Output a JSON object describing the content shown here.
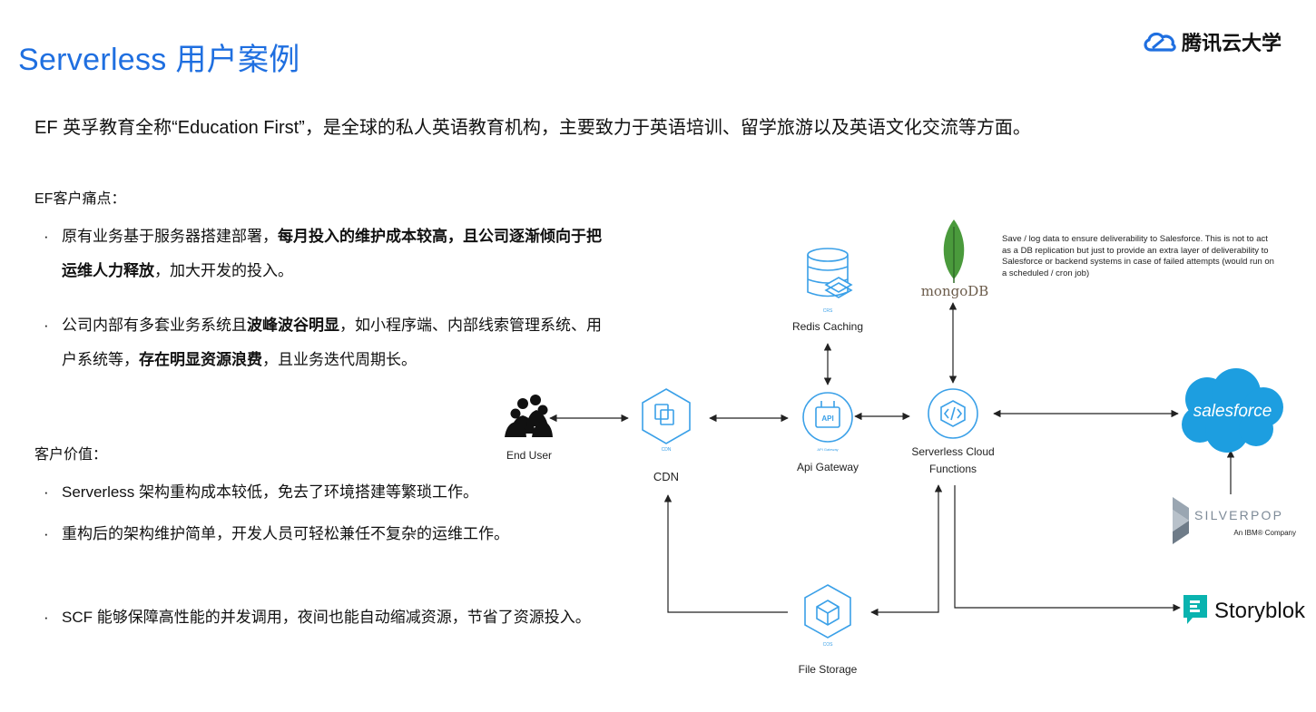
{
  "header": {
    "title": "Serverless 用户案例",
    "brand": "腾讯云大学"
  },
  "intro": "EF 英孚教育全称“Education First”，是全球的私人英语教育机构，主要致力于英语培训、留学旅游以及英语文化交流等方面。",
  "pain_points": {
    "heading": "EF客户痛点：",
    "items": [
      {
        "p1": "原有业务基于服务器搭建部署，",
        "b1": "每月投入的维护成本较高，且公司逐渐倾向于把运维人力释放",
        "p2": "，加大开发的投入。",
        "b2": "",
        "p3": ""
      },
      {
        "p1": "公司内部有多套业务系统且",
        "b1": "波峰波谷明显",
        "p2": "，如小程序端、内部线索管理系统、用户系统等，",
        "b2": "存在明显资源浪费",
        "p3": "，且业务迭代周期长。"
      }
    ]
  },
  "values": {
    "heading": "客户价值：",
    "items": [
      "Serverless 架构重构成本较低，免去了环境搭建等繁琐工作。",
      "重构后的架构维护简单，开发人员可轻松兼任不复杂的运维工作。",
      "SCF 能够保障高性能的并发调用，夜间也能自动缩减资源，节省了资源投入。"
    ]
  },
  "diagram": {
    "end_user": "End User",
    "cdn_label": "CDN",
    "cdn_icon_caption": "CDN",
    "redis_label": "Redis Caching",
    "redis_icon_caption": "CRS",
    "api_label": "Api Gateway",
    "api_badge": "API",
    "api_icon_caption": "API Gateway",
    "scf_label_line1": "Serverless Cloud",
    "scf_label_line2": "Functions",
    "storage_label": "File Storage",
    "storage_icon_caption": "COS",
    "mongodb": "mongoDB",
    "salesforce": "salesforce",
    "silverpop": "SILVERPOP",
    "silverpop_tag": "An IBM® Company",
    "storyblok": "Storyblok",
    "note": "Save / log data to ensure deliverability to Salesforce. This is not to act as a DB replication but just to provide an extra layer of deliverability to Salesforce or backend systems in case of failed attempts (would run on a scheduled / cron job)"
  },
  "colors": {
    "title": "#1f6fe0",
    "icon_blue": "#3aa0e8",
    "salesforce": "#1d9ee0",
    "mongodb_green": "#4a9a3c",
    "storyblok": "#09b3af",
    "silverpop_grey": "#7d8a97"
  }
}
